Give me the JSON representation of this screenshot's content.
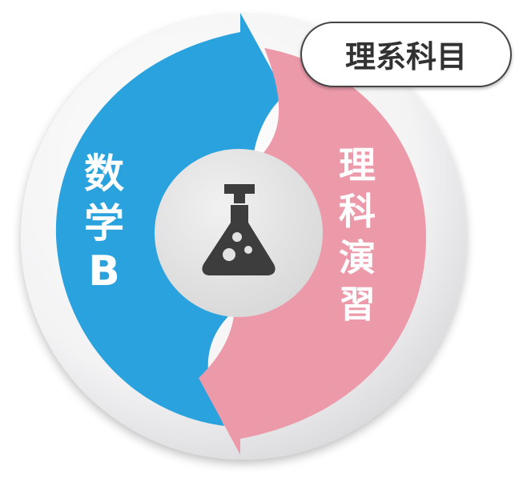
{
  "badge": {
    "label": "理系科目"
  },
  "left_segment": {
    "lines": [
      "数",
      "学",
      "B"
    ],
    "color": "#2aa2dd"
  },
  "right_segment": {
    "lines": [
      "理",
      "科",
      "演",
      "習"
    ],
    "color": "#ec9aaa"
  },
  "center": {
    "icon": "flask-icon"
  },
  "colors": {
    "ring_outer": "#e4e4e6",
    "center_disc": "#e2e2e2",
    "icon": "#3d3d3d"
  }
}
